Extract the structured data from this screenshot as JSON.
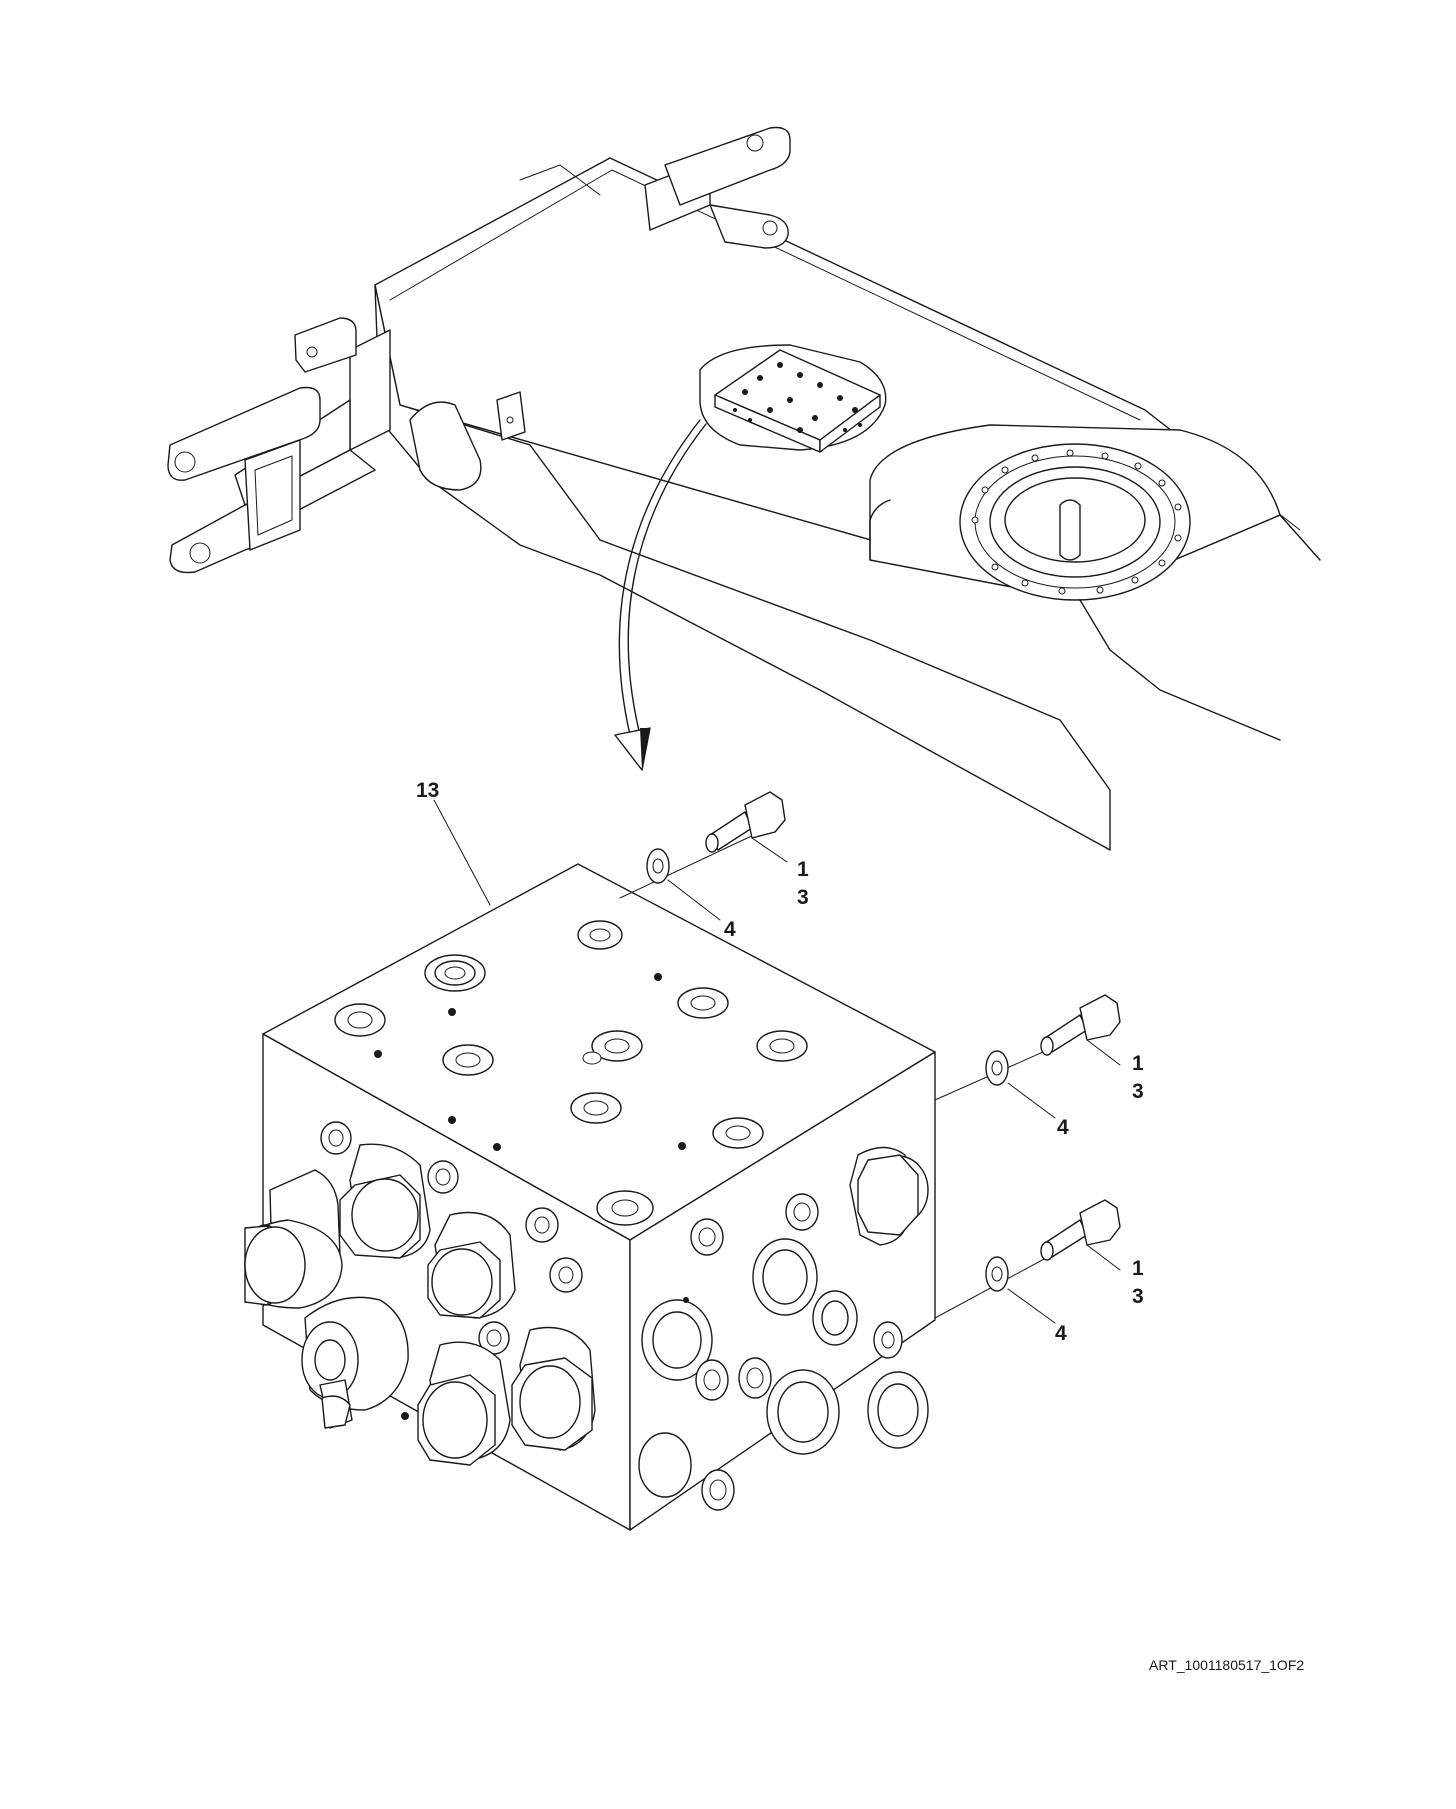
{
  "diagram": {
    "item_label_13": "13",
    "callouts": [
      {
        "item_1": "1",
        "item_3": "3",
        "item_4": "4"
      },
      {
        "item_1": "1",
        "item_3": "3",
        "item_4": "4"
      },
      {
        "item_1": "1",
        "item_3": "3",
        "item_4": "4"
      }
    ],
    "art_reference": "ART_1001180517_1OF2"
  }
}
